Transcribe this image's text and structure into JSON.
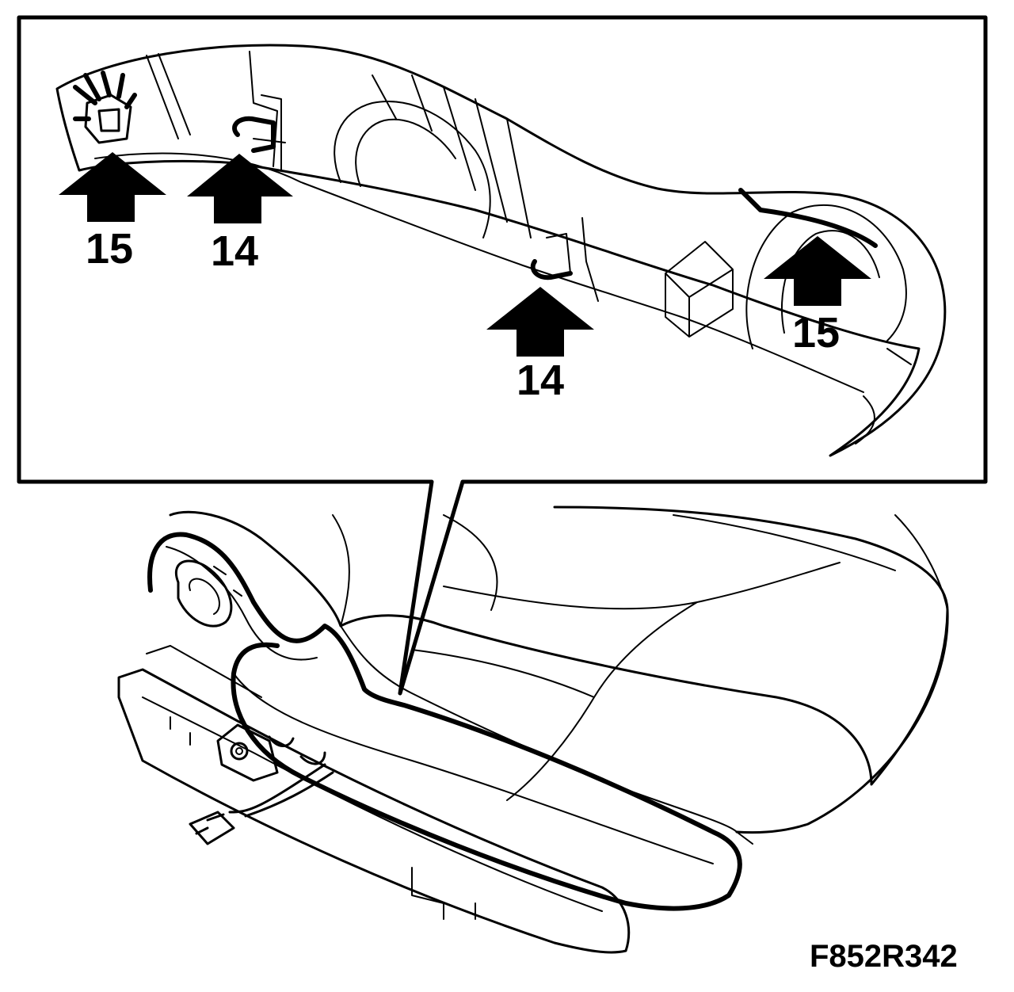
{
  "callouts": [
    {
      "label": "15"
    },
    {
      "label": "14"
    },
    {
      "label": "14"
    },
    {
      "label": "15"
    }
  ],
  "figure_id": "F852R342",
  "colors": {
    "ink": "#000000",
    "paper": "#ffffff"
  }
}
